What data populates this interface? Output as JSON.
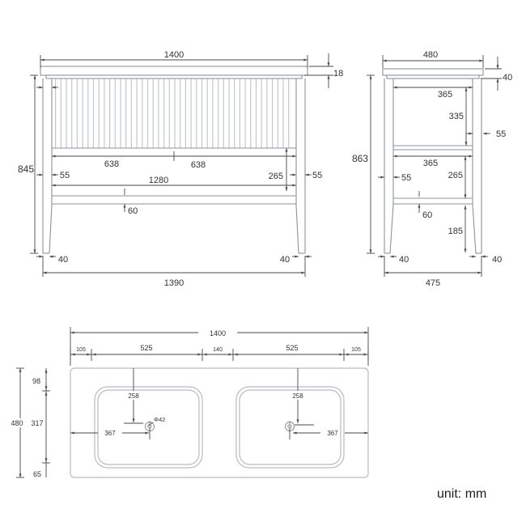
{
  "unit_label": "unit: mm",
  "front_view": {
    "width_top": "1400",
    "counter_thickness": "18",
    "height": "845",
    "door_left": "638",
    "door_right": "638",
    "side_left": "55",
    "opening_width": "1280",
    "opening_height": "265",
    "side_right": "55",
    "rail": "60",
    "foot_left": "40",
    "foot_right": "40",
    "width_bottom": "1390"
  },
  "side_view": {
    "depth_top": "480",
    "counter_thickness": "40",
    "depth_inner_upper": "365",
    "upper_height": "335",
    "frame_right": "55",
    "depth_inner_lower": "365",
    "opening_height": "265",
    "frame_left": "55",
    "rail": "60",
    "leg_height": "185",
    "height": "863",
    "foot_left": "40",
    "foot_right": "40",
    "depth_bottom": "475"
  },
  "plan_view": {
    "width": "1400",
    "segments": [
      "105",
      "525",
      "140",
      "525",
      "105"
    ],
    "depth": "480",
    "depth_back": "98",
    "depth_mid": "317",
    "depth_front": "65",
    "left_basin": {
      "drain_from_back": "258",
      "drain_dia": "Φ42",
      "drain_from_left": "367"
    },
    "right_basin": {
      "drain_from_back": "258",
      "drain_from_right": "367"
    }
  }
}
